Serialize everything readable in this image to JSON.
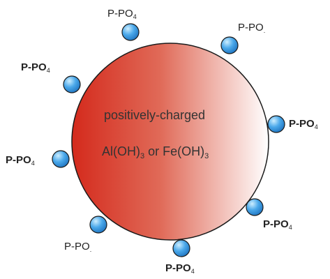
{
  "particle": {
    "line1": "positively-charged",
    "line2": {
      "al_prefix": "Al(OH)",
      "al_sub": "3",
      "mid": " or Fe(OH)",
      "fe_sub": "3"
    }
  },
  "labels": [
    {
      "prefix": "P-PO",
      "sub": "4"
    },
    {
      "prefix": "P-PO",
      "sub": "."
    },
    {
      "prefix": "P-PO",
      "sub": "4"
    },
    {
      "prefix": "P-PO",
      "sub": "4"
    },
    {
      "prefix": "P-PO",
      "sub": "4"
    },
    {
      "prefix": "P-PO",
      "sub": "4"
    },
    {
      "prefix": "P-PO",
      "sub": "4"
    },
    {
      "prefix": "P-PO",
      "sub": "."
    }
  ],
  "colors": {
    "particle_dark": "#d42a1c",
    "particle_light": "#ffffff",
    "bead": "#3a9ae0",
    "bead_highlight": "#bfe6ff",
    "outline": "#1a1a1a"
  }
}
